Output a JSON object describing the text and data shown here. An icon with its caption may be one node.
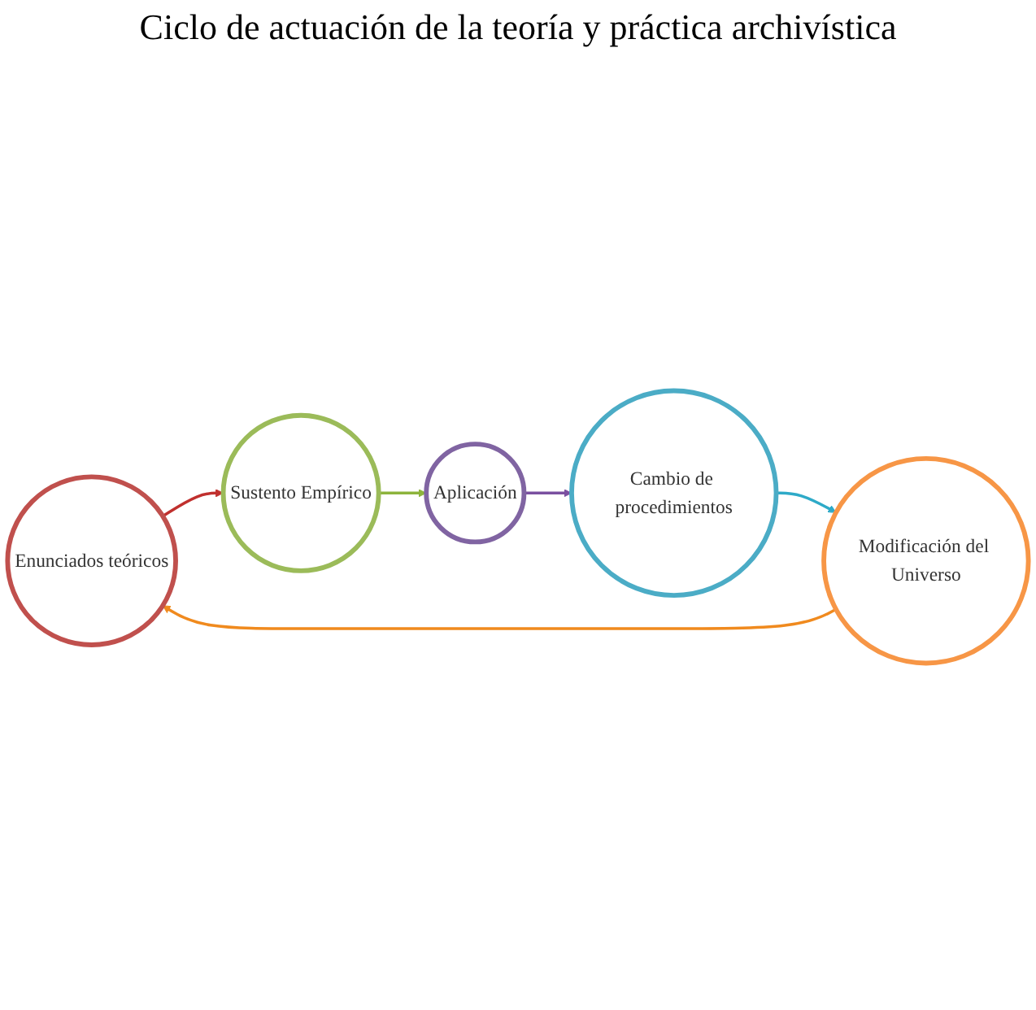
{
  "diagram": {
    "title": "Ciclo de actuación de la teoría y práctica archivística",
    "nodes": [
      {
        "text": [
          "Enunciados teóricos"
        ]
      },
      {
        "text": [
          "Sustento Empírico"
        ]
      },
      {
        "text": [
          "Aplicación"
        ]
      },
      {
        "text": [
          "Cambio de procedimientos"
        ]
      },
      {
        "text": [
          "Modificación del Universo"
        ]
      }
    ],
    "edges": [
      {
        "from": 0,
        "to": 1,
        "arrow": "to",
        "color": "#c0302e"
      },
      {
        "from": 1,
        "to": 2,
        "arrow": "to",
        "color": "#8db43c"
      },
      {
        "from": 2,
        "to": 3,
        "arrow": "to",
        "color": "#7a50a0"
      },
      {
        "from": 3,
        "to": 4,
        "arrow": "to",
        "color": "#2eaac8"
      },
      {
        "from": 4,
        "to": 0,
        "arrow": "to",
        "color": "#f08a1e"
      }
    ]
  }
}
